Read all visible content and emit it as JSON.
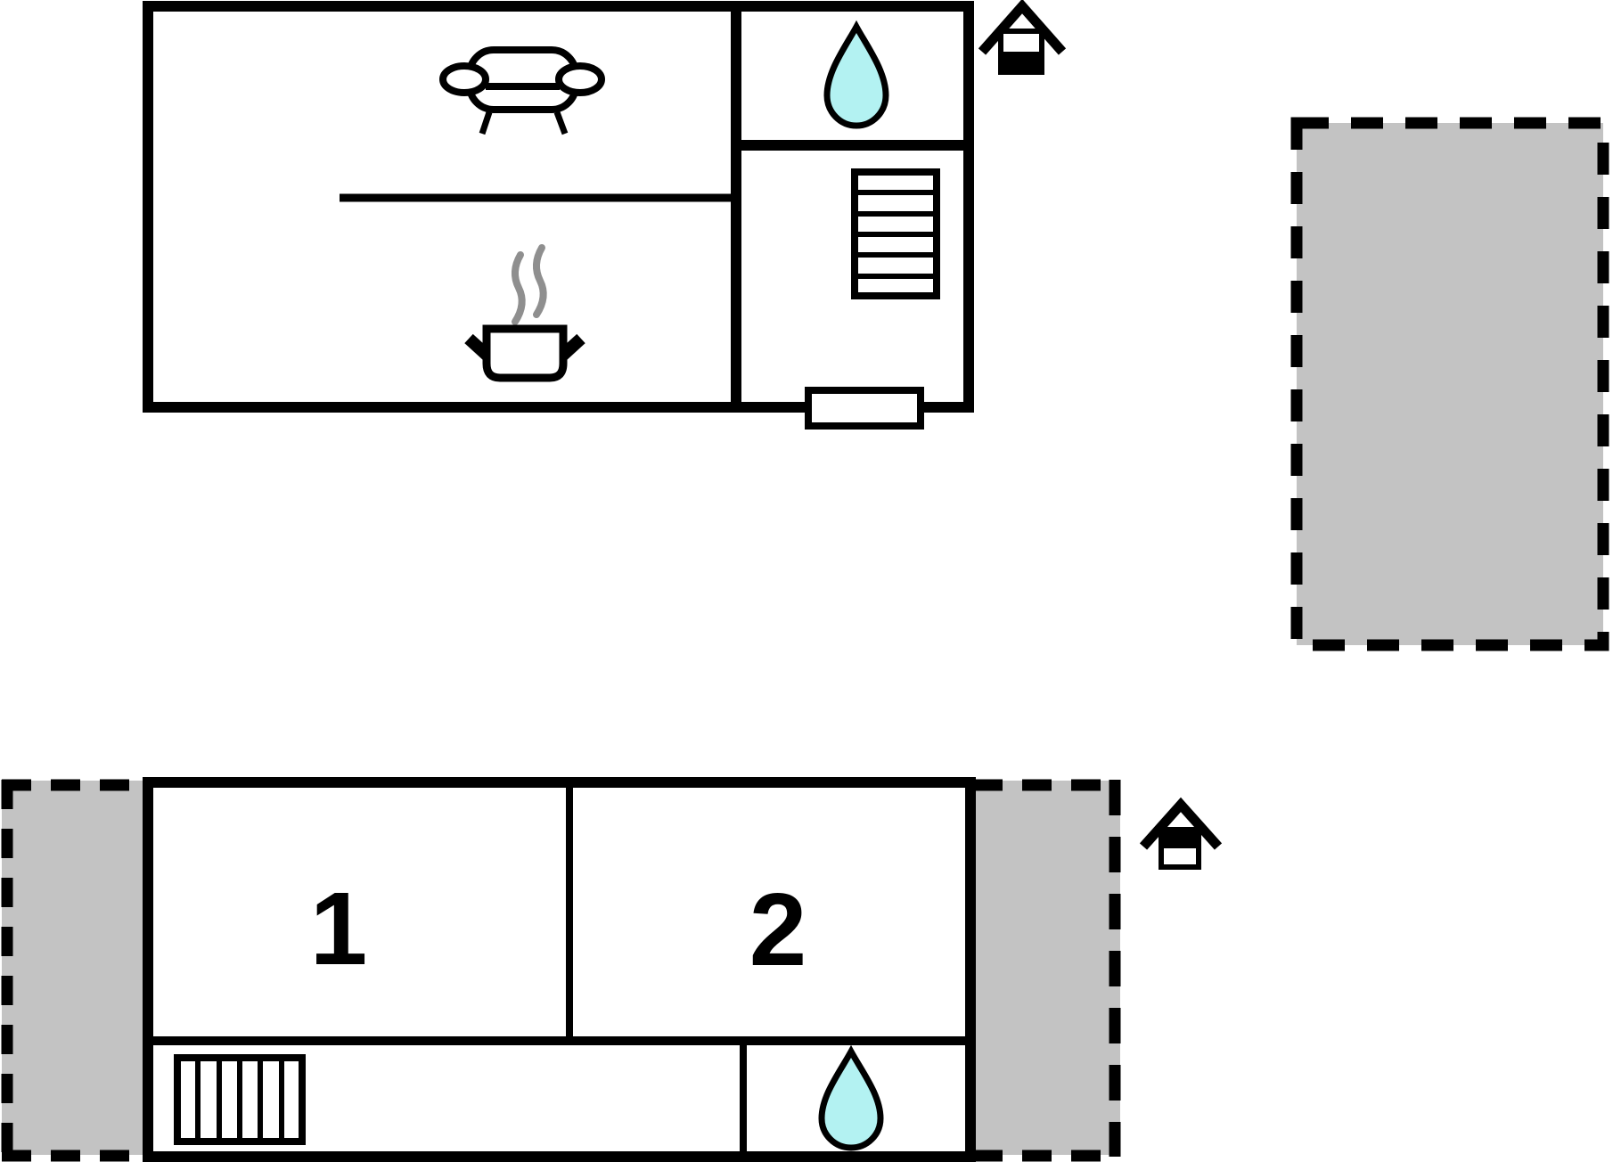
{
  "colors": {
    "wall": "#000000",
    "floor_fill": "#ffffff",
    "terrace_fill": "#c3c3c3",
    "water_drop_fill": "#b3f2f2",
    "steam": "#8f8f8f"
  },
  "ground_floor": {
    "name": "ground-floor-plan",
    "features": [
      "living-room-with-sofa",
      "kitchen-with-cooking-pot",
      "bathroom-with-water-drop",
      "staircase",
      "entrance-door"
    ],
    "floor_indicator": "lower-half-filled"
  },
  "upper_floor": {
    "name": "upper-floor-plan",
    "rooms": [
      {
        "label": "1"
      },
      {
        "label": "2"
      }
    ],
    "features": [
      "staircase",
      "bathroom-with-water-drop"
    ],
    "floor_indicator": "upper-half-filled"
  },
  "icons": {
    "ground_floor": [
      "sofa-icon",
      "steam-icon",
      "cooking-pot-icon",
      "water-drop-icon",
      "staircase-icon",
      "door-icon",
      "floor-indicator-house-icon"
    ],
    "upper_floor": [
      "staircase-icon",
      "water-drop-icon",
      "floor-indicator-house-icon"
    ]
  }
}
